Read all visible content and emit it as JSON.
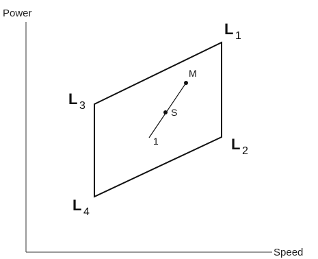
{
  "axes": {
    "y_label": "Power",
    "x_label": "Speed"
  },
  "corners": [
    {
      "id": "L1",
      "letter": "L",
      "sub": "1"
    },
    {
      "id": "L2",
      "letter": "L",
      "sub": "2"
    },
    {
      "id": "L3",
      "letter": "L",
      "sub": "3"
    },
    {
      "id": "L4",
      "letter": "L",
      "sub": "4"
    }
  ],
  "points": [
    {
      "id": "M",
      "label": "M"
    },
    {
      "id": "S",
      "label": "S"
    },
    {
      "id": "1",
      "label": "1"
    }
  ],
  "colors": {
    "line": "#111111",
    "axis": "#333333"
  }
}
